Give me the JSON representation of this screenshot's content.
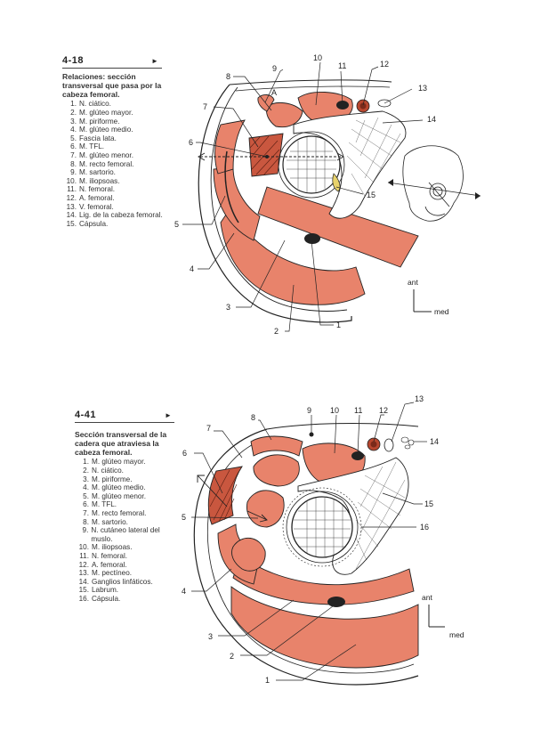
{
  "figures": [
    {
      "number": "4-18",
      "arrow": "►",
      "title": "Relaciones: sección transversal que pasa por la cabeza femoral.",
      "legend": [
        {
          "n": "1.",
          "label": "N. ciático."
        },
        {
          "n": "2.",
          "label": "M. glúteo mayor."
        },
        {
          "n": "3.",
          "label": "M. piriforme."
        },
        {
          "n": "4.",
          "label": "M. glúteo medio."
        },
        {
          "n": "5.",
          "label": "Fascia lata."
        },
        {
          "n": "6.",
          "label": "M. TFL."
        },
        {
          "n": "7.",
          "label": "M. glúteo menor."
        },
        {
          "n": "8.",
          "label": "M. recto femoral."
        },
        {
          "n": "9.",
          "label": "M. sartorio."
        },
        {
          "n": "10.",
          "label": "M. iliopsoas."
        },
        {
          "n": "11.",
          "label": "N. femoral."
        },
        {
          "n": "12.",
          "label": "A. femoral."
        },
        {
          "n": "13.",
          "label": "V. femoral."
        },
        {
          "n": "14.",
          "label": "Lig. de la cabeza femoral."
        },
        {
          "n": "15.",
          "label": "Cápsula."
        }
      ],
      "callouts": [
        "1",
        "2",
        "3",
        "4",
        "5",
        "6",
        "7",
        "8",
        "9",
        "10",
        "11",
        "12",
        "13",
        "14",
        "15"
      ],
      "orientation": {
        "ant": "ant",
        "med": "med"
      },
      "marker": "A"
    },
    {
      "number": "4-41",
      "arrow": "►",
      "title": "Sección transversal de la cadera que atraviesa la cabeza femoral.",
      "legend": [
        {
          "n": "1.",
          "label": "M. glúteo mayor."
        },
        {
          "n": "2.",
          "label": "N. ciático."
        },
        {
          "n": "3.",
          "label": "M. piriforme."
        },
        {
          "n": "4.",
          "label": "M. glúteo medio."
        },
        {
          "n": "5.",
          "label": "M. glúteo menor."
        },
        {
          "n": "6.",
          "label": "M. TFL."
        },
        {
          "n": "7.",
          "label": "M. recto femoral."
        },
        {
          "n": "8.",
          "label": "M. sartorio."
        },
        {
          "n": "9.",
          "label": "N. cutáneo lateral del muslo."
        },
        {
          "n": "10.",
          "label": "M. iliopsoas."
        },
        {
          "n": "11.",
          "label": "N. femoral."
        },
        {
          "n": "12.",
          "label": "A. femoral."
        },
        {
          "n": "13.",
          "label": "M. pectíneo."
        },
        {
          "n": "14.",
          "label": "Ganglios linfáticos."
        },
        {
          "n": "15.",
          "label": "Labrum."
        },
        {
          "n": "16.",
          "label": "Cápsula."
        }
      ],
      "callouts": [
        "1",
        "2",
        "3",
        "4",
        "5",
        "6",
        "7",
        "8",
        "9",
        "10",
        "11",
        "12",
        "13",
        "14",
        "15",
        "16"
      ],
      "orientation": {
        "ant": "ant",
        "med": "med"
      }
    }
  ],
  "colors": {
    "muscle": "#e8836b",
    "muscle_dark": "#c9573f",
    "artery": "#b8472f",
    "outline": "#222222"
  }
}
